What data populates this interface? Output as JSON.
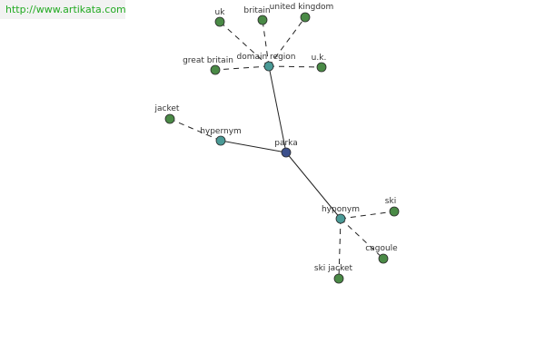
{
  "banner": {
    "text": "http://www.artikata.com",
    "color": "#22aa22",
    "background": "#f2f2f2"
  },
  "colors": {
    "center": "#3b4f8c",
    "relation": "#4a9a96",
    "leaf": "#4a8a46",
    "node_stroke": "#2a2a2a",
    "edge": "#222222",
    "label": "#333333"
  },
  "graph": {
    "nodes": [
      {
        "id": "parka",
        "label": "parka",
        "kind": "center"
      },
      {
        "id": "domain-region",
        "label": "domain region",
        "kind": "relation"
      },
      {
        "id": "hypernym",
        "label": "hypernym",
        "kind": "relation"
      },
      {
        "id": "hyponym",
        "label": "hyponym",
        "kind": "relation"
      },
      {
        "id": "uk",
        "label": "uk",
        "kind": "leaf"
      },
      {
        "id": "britain",
        "label": "britain",
        "kind": "leaf"
      },
      {
        "id": "united-kingdom",
        "label": "united kingdom",
        "kind": "leaf"
      },
      {
        "id": "great-britain",
        "label": "great britain",
        "kind": "leaf"
      },
      {
        "id": "u-k",
        "label": "u.k.",
        "kind": "leaf"
      },
      {
        "id": "jacket",
        "label": "jacket",
        "kind": "leaf"
      },
      {
        "id": "ski",
        "label": "ski",
        "kind": "leaf"
      },
      {
        "id": "cagoule",
        "label": "cagoule",
        "kind": "leaf"
      },
      {
        "id": "ski-jacket",
        "label": "ski jacket",
        "kind": "leaf"
      }
    ],
    "edges": [
      {
        "from": "parka",
        "to": "domain-region",
        "style": "solid"
      },
      {
        "from": "parka",
        "to": "hypernym",
        "style": "solid"
      },
      {
        "from": "parka",
        "to": "hyponym",
        "style": "solid"
      },
      {
        "from": "domain-region",
        "to": "uk",
        "style": "dashed"
      },
      {
        "from": "domain-region",
        "to": "britain",
        "style": "dashed"
      },
      {
        "from": "domain-region",
        "to": "united-kingdom",
        "style": "dashed"
      },
      {
        "from": "domain-region",
        "to": "great-britain",
        "style": "dashed"
      },
      {
        "from": "domain-region",
        "to": "u-k",
        "style": "dashed"
      },
      {
        "from": "hypernym",
        "to": "jacket",
        "style": "dashed"
      },
      {
        "from": "hyponym",
        "to": "ski",
        "style": "dashed"
      },
      {
        "from": "hyponym",
        "to": "cagoule",
        "style": "dashed"
      },
      {
        "from": "hyponym",
        "to": "ski-jacket",
        "style": "dashed"
      }
    ]
  }
}
